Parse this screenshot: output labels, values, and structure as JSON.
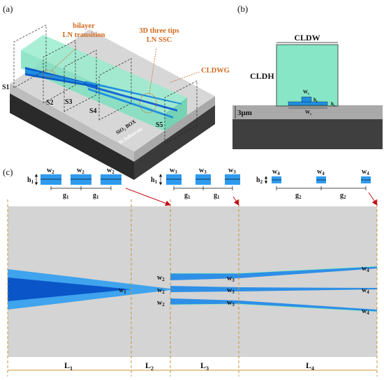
{
  "panel_a": {
    "label": "(a)",
    "callout_bilayer_line1": "bilayer",
    "callout_bilayer_line2": "LN transition",
    "callout_ssc_line1": "3D three tips",
    "callout_ssc_line2": "LN SSC",
    "callout_cldwg": "CLDWG",
    "section_s1": "S1",
    "section_s2": "S2",
    "section_s3": "S3",
    "section_s4": "S4",
    "section_s5": "S5",
    "box_label": "SiO₂ BOX",
    "substrate_label": "Si Substrate"
  },
  "panel_b": {
    "label": "(b)",
    "cldw": "CLDW",
    "cldh": "CLDH",
    "w_top": "W",
    "w_top_sub": "r",
    "h_top": "h",
    "h_top_sub": "r",
    "w_bottom": "W",
    "w_bottom_sub": "s",
    "h_bottom": "h",
    "h_bottom_sub": "s",
    "thickness": "3μm"
  },
  "panel_c": {
    "label": "(c)",
    "xs1": {
      "w": "w",
      "w_sub": "2",
      "h": "h",
      "h_sub": "1",
      "g": "g",
      "g_sub": "1"
    },
    "xs2": {
      "w": "w",
      "w_sub": "3",
      "h": "h",
      "h_sub": "1",
      "g": "g",
      "g_sub": "1"
    },
    "xs3": {
      "w": "w",
      "w_sub": "4",
      "h": "h",
      "h_sub": "2",
      "g": "g",
      "g_sub": "2"
    },
    "w1": "w",
    "w1_sub": "1",
    "w2": "w",
    "w2_sub": "2",
    "w3": "w",
    "w3_sub": "3",
    "w4": "w",
    "w4_sub": "4",
    "segments": [
      {
        "name": "L",
        "sub": "1"
      },
      {
        "name": "L",
        "sub": "2"
      },
      {
        "name": "L",
        "sub": "3"
      },
      {
        "name": "L",
        "sub": "4"
      }
    ]
  },
  "colors": {
    "cladding": "#7fe0c0",
    "waveguide": "#1f8fe0",
    "waveguide_dark": "#0a5cc8",
    "background": "#d4d4d4",
    "callout": "#d2691e",
    "arrow": "#c0101a",
    "dash": "#c8923a"
  }
}
